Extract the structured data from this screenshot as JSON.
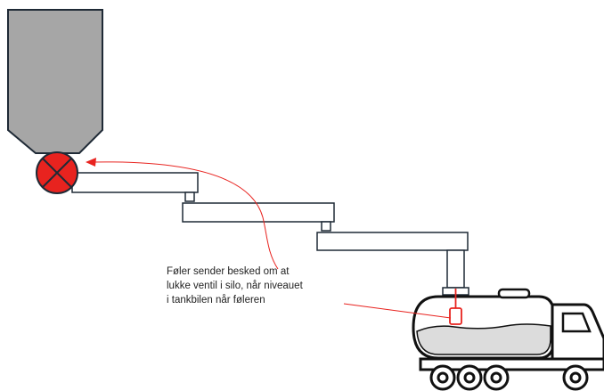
{
  "annotation": {
    "lines": [
      "Føler sender besked om at",
      "lukke ventil i silo, når niveauet",
      "i tankbilen når føleren"
    ]
  },
  "colors": {
    "silo_fill": "#a6a6a6",
    "outline": "#1f2a36",
    "valve": "#e8231f",
    "signal_arrow": "#e8231f",
    "product_fill": "#dcdcdc"
  }
}
